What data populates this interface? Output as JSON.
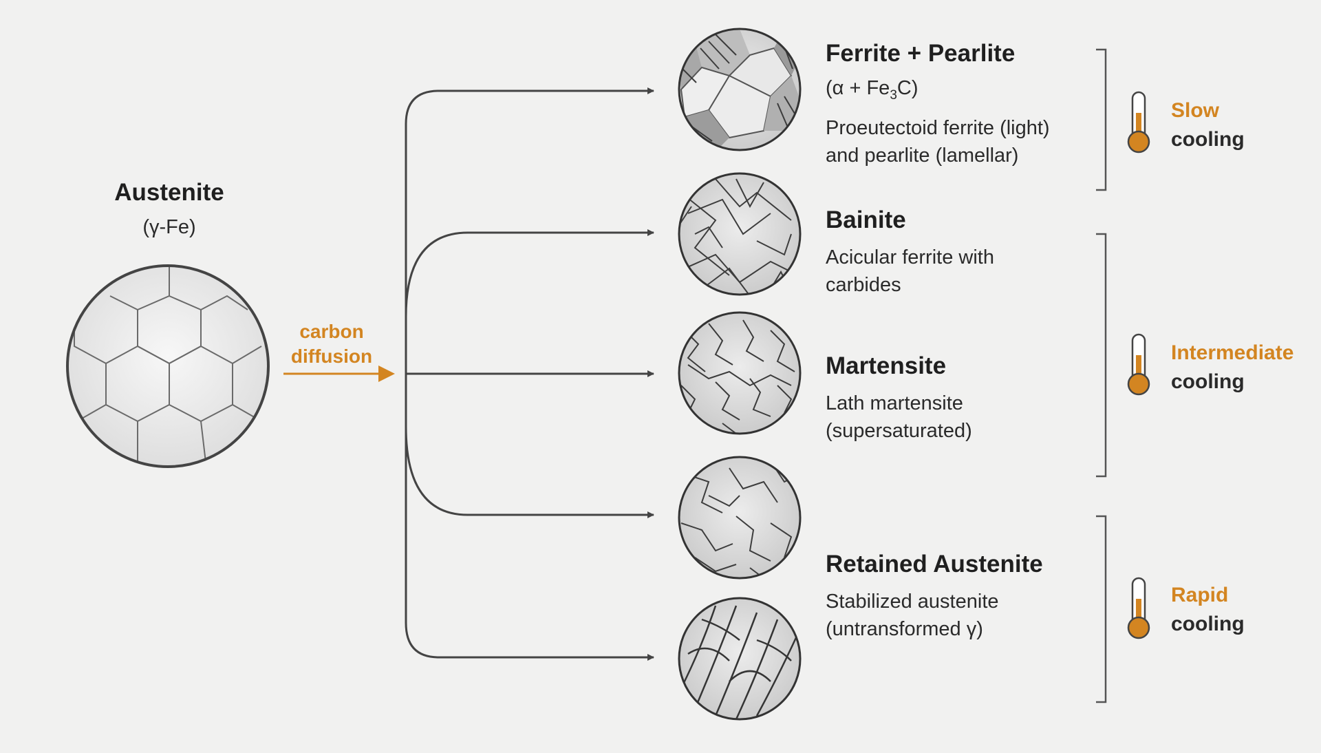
{
  "source": {
    "title": "Austenite",
    "formula": "(γ-Fe)",
    "arrow_label_line1": "carbon",
    "arrow_label_line2": "diffusion"
  },
  "phases": [
    {
      "title": "Ferrite + Pearlite",
      "formula_parts": [
        "(α + Fe",
        "3",
        "C)"
      ],
      "desc_line1": "Proeutectoid ferrite (light)",
      "desc_line2": "and pearlite (lamellar)",
      "texture": "grains-lamellar"
    },
    {
      "title": "Bainite",
      "desc_line1": "Acicular ferrite with",
      "desc_line2": "carbides",
      "texture": "feathery-acicular"
    },
    {
      "title": "Martensite",
      "desc_line1": "Lath martensite",
      "desc_line2": "(supersaturated)",
      "texture": "fine-lath"
    },
    {
      "title": "Retained Austenite",
      "desc_line1": "Stabilized austenite",
      "desc_line2": "(untransformed γ)",
      "texture": "irregular-blocks"
    },
    {
      "title": "",
      "texture": "needle-plates"
    }
  ],
  "cooling": [
    {
      "rate": "Slow",
      "label": "cooling",
      "icon": "thermometer-icon"
    },
    {
      "rate": "Intermediate",
      "label": "cooling",
      "icon": "thermometer-icon"
    },
    {
      "rate": "Rapid",
      "label": "cooling",
      "icon": "thermometer-icon"
    }
  ],
  "colors": {
    "background": "#f1f1f0",
    "accent": "#d38521",
    "line": "#444444",
    "text": "#222222"
  }
}
